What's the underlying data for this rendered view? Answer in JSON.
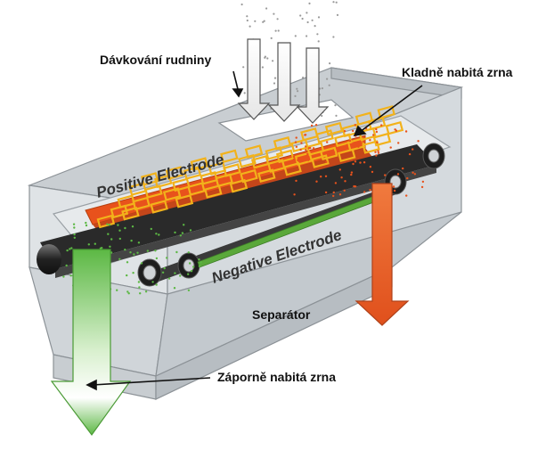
{
  "labels": {
    "feed": "Dávkování rudniny",
    "positive_particles": "Kladně nabitá zrna",
    "negative_particles": "Záporně nabitá zrna",
    "separator": "Separátor"
  },
  "electrodes": {
    "positive": "Positive Electrode",
    "negative": "Negative Electrode"
  },
  "colors": {
    "housing": "#d3d8dc",
    "belt": "#2a2a2a",
    "positive_electrode": "#e8521c",
    "negative_electrode": "#5aa83a",
    "positive_arrow": "#e8521c",
    "negative_arrow": "#5cb844",
    "particle_frame": "#f2b21b"
  }
}
